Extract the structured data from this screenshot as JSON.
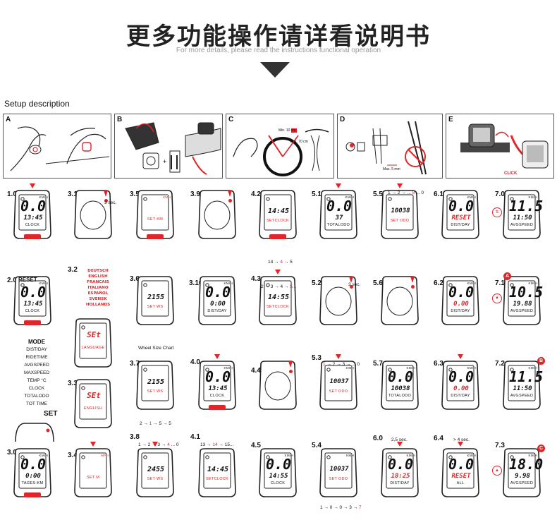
{
  "header": {
    "title": "更多功能操作请详看说明书",
    "subtitle": "For more details, please read the instructions functional operation"
  },
  "setup": {
    "label": "Setup description",
    "panels": [
      "A",
      "B",
      "C",
      "D",
      "E"
    ]
  },
  "panel_c": {
    "min": "Min. 10 cm",
    "max": "Max. 70 cm"
  },
  "panel_d": {
    "note": "Max. 5 mm"
  },
  "accent_color": "#e0262a",
  "steps": {
    "s10": {
      "label": "1.0",
      "big": "0.0",
      "mid": "13:45",
      "text": "CLOCK",
      "unit": "KM/H"
    },
    "s20": {
      "label": "2.0",
      "head": "RESET",
      "big": "0.0",
      "mid": "13:45",
      "text": "CLOCK",
      "unit": "KM/H"
    },
    "s30": {
      "label": "3.0",
      "big": "0.0",
      "mid": "0:00",
      "text": "TAGES-KM",
      "unit": "KM/H"
    },
    "s31": {
      "label": "3.1",
      "note": "3 sec."
    },
    "s32": {
      "label": "3.2",
      "big": "SEt",
      "text": "LANGUAGE"
    },
    "s33": {
      "label": "3.3",
      "big": "SEt",
      "text": "ENGLISH"
    },
    "s34": {
      "label": "3.4",
      "text": "SET M",
      "unit": "MPH"
    },
    "s35": {
      "label": "3.5",
      "text": "SET KM",
      "unit": "KMH"
    },
    "s36": {
      "label": "3.6",
      "big": "2155",
      "text": "SET WS",
      "note": "Wheel Size Chart"
    },
    "s37": {
      "label": "3.7",
      "big": "2155",
      "text": "SET WS"
    },
    "s38": {
      "label": "3.8",
      "big": "2455",
      "text": "SET WS"
    },
    "s39": {
      "label": "3.9"
    },
    "s310": {
      "label": "3.10",
      "big": "0.0",
      "mid": "0:00",
      "text": "DIST/DAY",
      "unit": "KM/H"
    },
    "s40": {
      "label": "4.0",
      "big": "0.0",
      "mid": "13:45",
      "text": "CLOCK",
      "unit": "KM/H"
    },
    "s41": {
      "label": "4.1",
      "big": "14:45",
      "text": "SETCLOCK"
    },
    "s42": {
      "label": "4.2",
      "big": "14:45",
      "text": "SETCLOCK"
    },
    "s43": {
      "label": "4.3",
      "big": "14:55",
      "text": "SETCLOCK"
    },
    "s44": {
      "label": "4.4"
    },
    "s45": {
      "label": "4.5",
      "big": "0.0",
      "mid": "14:55",
      "text": "CLOCK",
      "unit": "KM/H"
    },
    "s51": {
      "label": "5.1",
      "big": "0.0",
      "mid": "37",
      "text": "TOTALODO",
      "unit": "KM/H"
    },
    "s52": {
      "label": "5.2",
      "note": "3 sec."
    },
    "s53": {
      "label": "5.3",
      "big": "10037",
      "text": "SET ODO",
      "unit": "KMH"
    },
    "s54": {
      "label": "5.4",
      "big": "10037",
      "text": "SET ODO",
      "unit": "KMH"
    },
    "s55": {
      "label": "5.5",
      "big": "10038",
      "text": "SET ODO"
    },
    "s56": {
      "label": "5.6"
    },
    "s57": {
      "label": "5.7",
      "big": "0.0",
      "mid": "10038",
      "text": "TOTALODO",
      "unit": "KM/H"
    },
    "s60": {
      "label": "6.0",
      "big": "0.0",
      "mid": "18:25",
      "text": "DIST/DAY",
      "unit": "KM/H",
      "note": "2,5 sec."
    },
    "s61": {
      "label": "6.1",
      "big": "0.0",
      "mid": "RESET",
      "text": "DIST/DAY",
      "unit": "KM/H"
    },
    "s62": {
      "label": "6.2",
      "big": "0.0",
      "mid": "0.00",
      "text": "DIST/DAY",
      "unit": "KM/H"
    },
    "s63": {
      "label": "6.3",
      "big": "0.0",
      "mid": "0.00",
      "text": "DIST/DAY",
      "unit": "KM/H"
    },
    "s64": {
      "label": "6.4",
      "big": "0.0",
      "mid": "RESET",
      "text": "ALL",
      "unit": "KM/H",
      "note": "> 4 sec."
    },
    "s70": {
      "label": "7.0",
      "big": "11.5",
      "mid": "11:50",
      "text": "AVGSPEED",
      "unit": "KM/H"
    },
    "s71": {
      "label": "7.1",
      "big": "10.5",
      "mid": "19.88",
      "text": "AVGSPEED",
      "unit": "KM/H",
      "badge": "A"
    },
    "s72": {
      "label": "7.2",
      "big": "11.5",
      "mid": "11:50",
      "text": "AVGSPEED",
      "unit": "KM/H",
      "badge": "B"
    },
    "s73": {
      "label": "7.3",
      "big": "18.0",
      "mid": "9.98",
      "text": "AVGSPEED",
      "unit": "KM/H",
      "badge": "C"
    }
  },
  "seq": {
    "s38": [
      "1",
      "→",
      "2",
      "→",
      "3",
      "→",
      "4",
      "...",
      "0"
    ],
    "s37": [
      "2",
      "→",
      "1",
      "→",
      "5",
      "→",
      "5"
    ],
    "s41": [
      "13",
      "→",
      "14",
      "→",
      "15..."
    ],
    "s42": [
      "14",
      "→",
      "4",
      "→",
      "5"
    ],
    "s43": [
      "2",
      "→",
      "3",
      "→",
      "4",
      "→",
      "5..."
    ],
    "s53": [
      "1",
      "→",
      "2",
      "→",
      "3",
      "→",
      "...",
      "0"
    ],
    "s54": [
      "1",
      "→",
      "0",
      "→",
      "0",
      "→",
      "3",
      "→",
      "7"
    ],
    "s55": [
      "1",
      "→",
      "2",
      "→",
      "...",
      "8",
      "...",
      "0"
    ]
  },
  "languages": [
    "DEUTSCH",
    "ENGLISH",
    "FRANCAIS",
    "ITALIANO",
    "ESPAÑOL",
    "SVENSK",
    "HOLLANDS"
  ],
  "modes": {
    "title": "MODE",
    "items": [
      "DIST/DAY",
      "RIDETIME",
      "AVGSPEED",
      "MAXSPEED",
      "TEMP °C",
      "CLOCK",
      "TOTALODO",
      "TOT TIME"
    ]
  },
  "set_label": "SET"
}
